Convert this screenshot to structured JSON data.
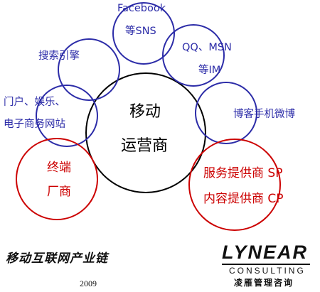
{
  "nodes": {
    "facebook": {
      "line1": "Facebook",
      "line2": "等SNS"
    },
    "search": {
      "label": "搜索引擎"
    },
    "qq": {
      "line1": "QQ、MSN",
      "line2": "等IM"
    },
    "portal": {
      "line1": "门户、娱乐、",
      "line2": "电子商务网站"
    },
    "blog": {
      "label": "博客手机微博"
    },
    "center": {
      "line1": "移动",
      "line2": "运营商"
    },
    "terminal": {
      "line1": "终端",
      "line2": "厂商"
    },
    "service": {
      "line1": "服务提供商 SP",
      "line2": "内容提供商 CP"
    }
  },
  "caption": "移动互联网产业链",
  "year": "2009",
  "logo": {
    "word": "LYNEAR",
    "sub": "CONSULTING",
    "cn": "凌雁管理咨询"
  },
  "colors": {
    "blue": "#2c2ca8",
    "red": "#cc0000",
    "black": "#000000"
  }
}
